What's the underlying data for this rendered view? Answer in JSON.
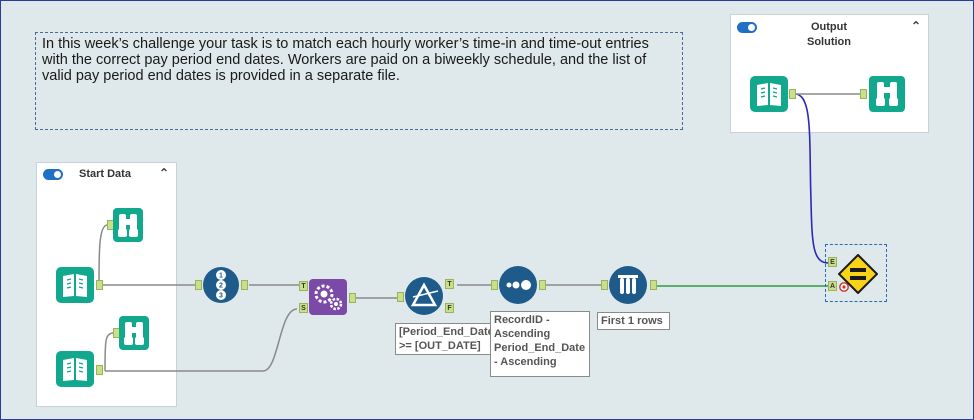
{
  "comment": {
    "text": "In this week’s challenge your task is to match each hourly worker’s time-in and time-out entries with the correct pay period end dates. Workers are paid on a biweekly schedule, and the list of valid pay period end dates is provided in a separate file."
  },
  "containers": {
    "start": {
      "title": "Start Data"
    },
    "output": {
      "title_line1": "Output",
      "title_line2": "Solution"
    }
  },
  "annotations": {
    "filter": "[Period_End_Date] >= [OUT_DATE]",
    "sort": "RecordID - Ascending Period_End_Date - Ascending",
    "sample": "First 1 rows"
  },
  "anchors": {
    "join_top": "T",
    "join_bottom": "S",
    "filter_true": "T",
    "filter_false": "F",
    "test_expected": "E",
    "test_actual": "A"
  },
  "colors": {
    "input_teal": "#11a88e",
    "browse_teal": "#11a88e",
    "prep_blue": "#1e5a8a",
    "join_purple": "#7b4aa8",
    "test_yellow": "#f7d417",
    "wire_gray": "#8a8a8a",
    "wire_green": "#2f9b48",
    "wire_blue": "#2a2ab8"
  }
}
